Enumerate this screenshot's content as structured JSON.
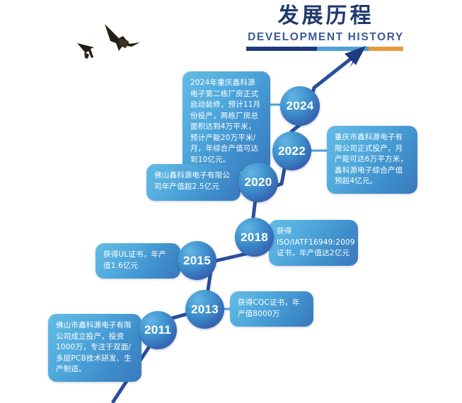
{
  "header": {
    "title_cn": "发展历程",
    "title_en": "DEVELOPMENT HISTORY",
    "bar_colors": {
      "navy": "#1f3a7e",
      "blue": "#4e9fd8",
      "orange": "#e89a3c"
    }
  },
  "theme": {
    "title_color": "#1f3a6e",
    "subtitle_color": "#3a5a96",
    "arrow_color": "#1f3a7e",
    "connector_color": "#2a4e9c",
    "node_gradient_from": "#62b4e2",
    "node_gradient_to": "#36519c",
    "box_gradient_from": "#64bce4",
    "box_gradient_to": "#3a79bd",
    "bird_color": "#231f17",
    "background": "#ffffff"
  },
  "timeline": {
    "milestones": [
      {
        "year": "2011",
        "text": "佛山市鑫科源电子有限公司成立投产，投资1000万，专注于双面/多层PCB技术研发、生产制造。",
        "side": "left"
      },
      {
        "year": "2013",
        "text": "获得CQC证书，年产值8000万",
        "side": "right"
      },
      {
        "year": "2015",
        "text": "获得UL证书，年产值1.6亿元",
        "side": "left"
      },
      {
        "year": "2018",
        "text": "获得ISO/IATF16949:2009证书，年产值达2亿元",
        "side": "right"
      },
      {
        "year": "2020",
        "text": "佛山鑫科源电子有限公司年产值超2.5亿元",
        "side": "left"
      },
      {
        "year": "2022",
        "text": "重庆市鑫科源电子有限公司正式投产，月产能可达6万平方米，鑫科源电子综合产值预超4亿元。",
        "side": "right"
      },
      {
        "year": "2024",
        "text": "2024年重庆鑫科源电子第二栋厂房正式启动装修，预计11月份投产，两栋厂房总面积达到4万平米，预计产能20万平米/月，年综合产值可达到10亿元。",
        "side": "left"
      }
    ]
  },
  "decorations": {
    "birds_label": "flying-birds-silhouette",
    "arrow_label": "growth-arrow"
  }
}
